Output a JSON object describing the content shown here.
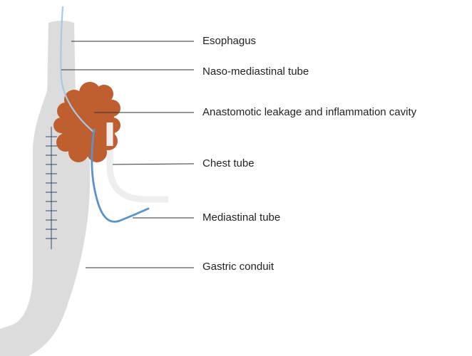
{
  "colors": {
    "organ": "#dcdcdc",
    "cavity": "#bf5f30",
    "naso_tube": "#a8c8e6",
    "mediastinal_tube": "#5b93c8",
    "chest_tube": "#eeeeee",
    "leader": "#333333",
    "text": "#222222"
  },
  "labels": {
    "esophagus": "Esophagus",
    "naso_mediastinal_tube": "Naso-mediastinal tube",
    "anastomotic_cavity": "Anastomotic leakage and inflammation cavity",
    "chest_tube": "Chest tube",
    "mediastinal_tube": "Mediastinal tube",
    "gastric_conduit": "Gastric conduit"
  }
}
